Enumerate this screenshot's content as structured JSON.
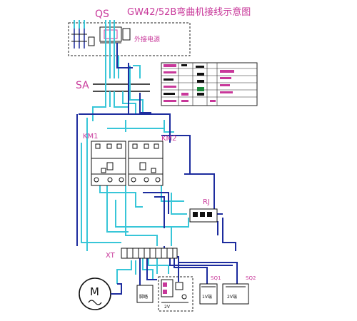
{
  "title": "GW42/52B弯曲机接线示意图",
  "labels": {
    "qs": "QS",
    "sa": "SA",
    "km1": "KM1",
    "km2": "KM2",
    "rj": "RJ",
    "xt": "XT",
    "motor": "M",
    "sq1": "SQ1",
    "sq2": "SQ2",
    "external_power": "外接电源",
    "pedal": "脚踏",
    "sq1_box": "1V端",
    "sq2_box": "2V端",
    "small_box": "2V"
  },
  "colors": {
    "wire_primary": "#38c6d8",
    "wire_secondary": "#1d2c9e",
    "label": "#c8389a"
  }
}
